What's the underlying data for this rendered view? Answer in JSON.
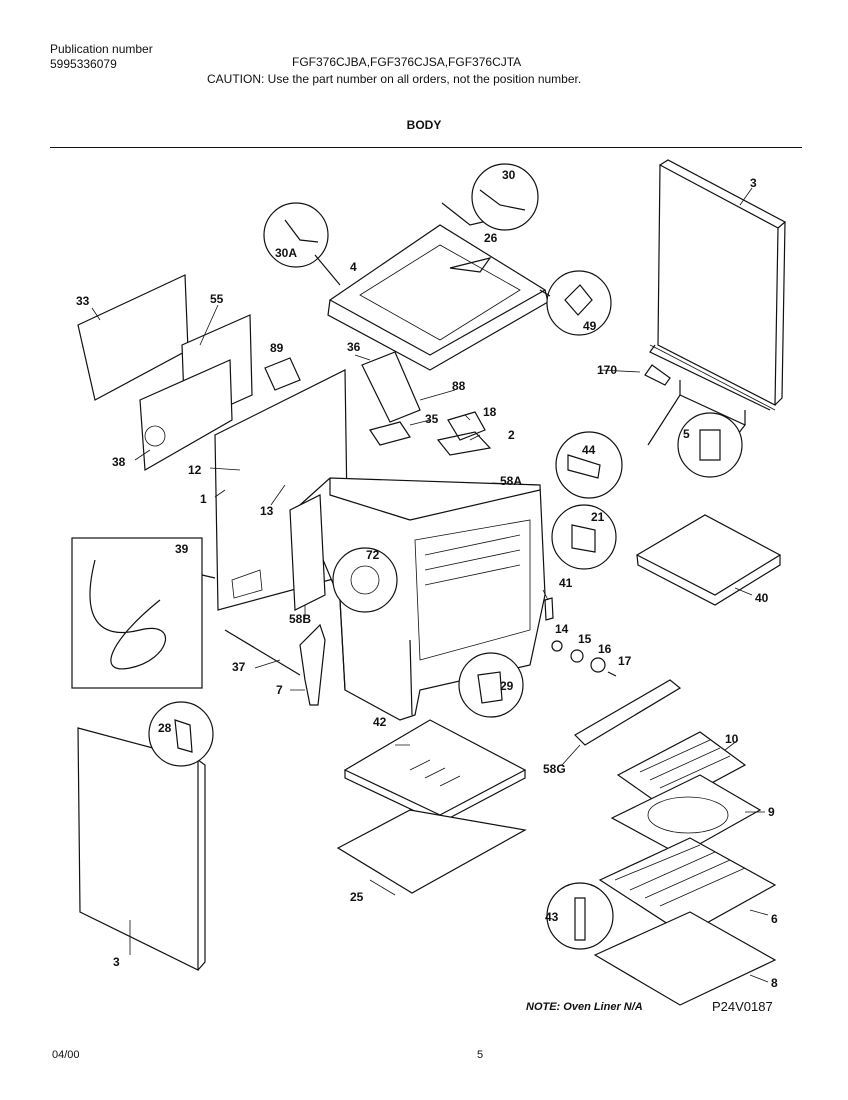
{
  "header": {
    "publication_label": "Publication number",
    "publication_number": "5995336079",
    "models": "FGF376CJBA,FGF376CJSA,FGF376CJTA",
    "caution": "CAUTION:  Use the part number on all orders, not the position number."
  },
  "section_title": "BODY",
  "note": "NOTE: Oven Liner N/A",
  "figure_id": "P24V0187",
  "footer": {
    "date": "04/00",
    "page": "5"
  },
  "callouts": [
    "30",
    "3",
    "30A",
    "26",
    "4",
    "49",
    "33",
    "55",
    "89",
    "36",
    "88",
    "170",
    "18",
    "35",
    "2",
    "5",
    "38",
    "12",
    "1",
    "13",
    "44",
    "58A",
    "21",
    "39",
    "72",
    "40",
    "58B",
    "41",
    "14",
    "15",
    "16",
    "17",
    "37",
    "29",
    "7",
    "28",
    "42",
    "10",
    "58G",
    "9",
    "25",
    "43",
    "6",
    "8"
  ]
}
